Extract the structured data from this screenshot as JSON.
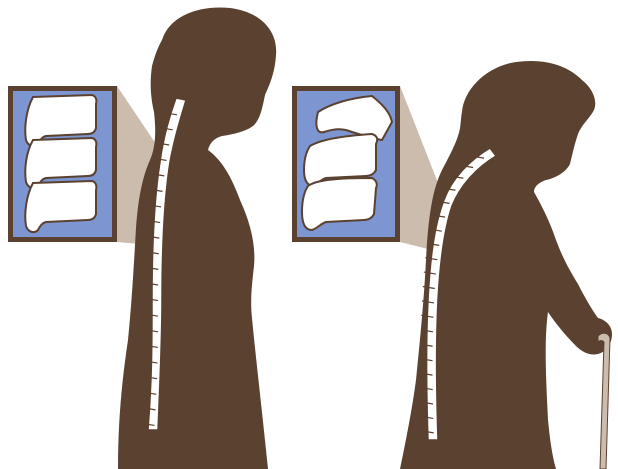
{
  "colors": {
    "background": "#ffffff",
    "silhouette": "#5b4130",
    "spine": "#ffffff",
    "inset_background": "#7d95d1",
    "inset_frame": "#5b4130",
    "callout": "#cbbcad",
    "vertebra_fill": "#ffffff",
    "vertebra_outline": "#5b4130"
  },
  "figures": [
    {
      "name": "healthy-woman",
      "posture": "upright",
      "inset": "normal-vertebrae"
    },
    {
      "name": "elderly-woman-with-cane",
      "posture": "stooped",
      "inset": "compressed-vertebrae"
    }
  ],
  "icons": [
    "woman-silhouette",
    "elderly-woman-silhouette",
    "walking-cane",
    "spine",
    "vertebrae-inset"
  ]
}
